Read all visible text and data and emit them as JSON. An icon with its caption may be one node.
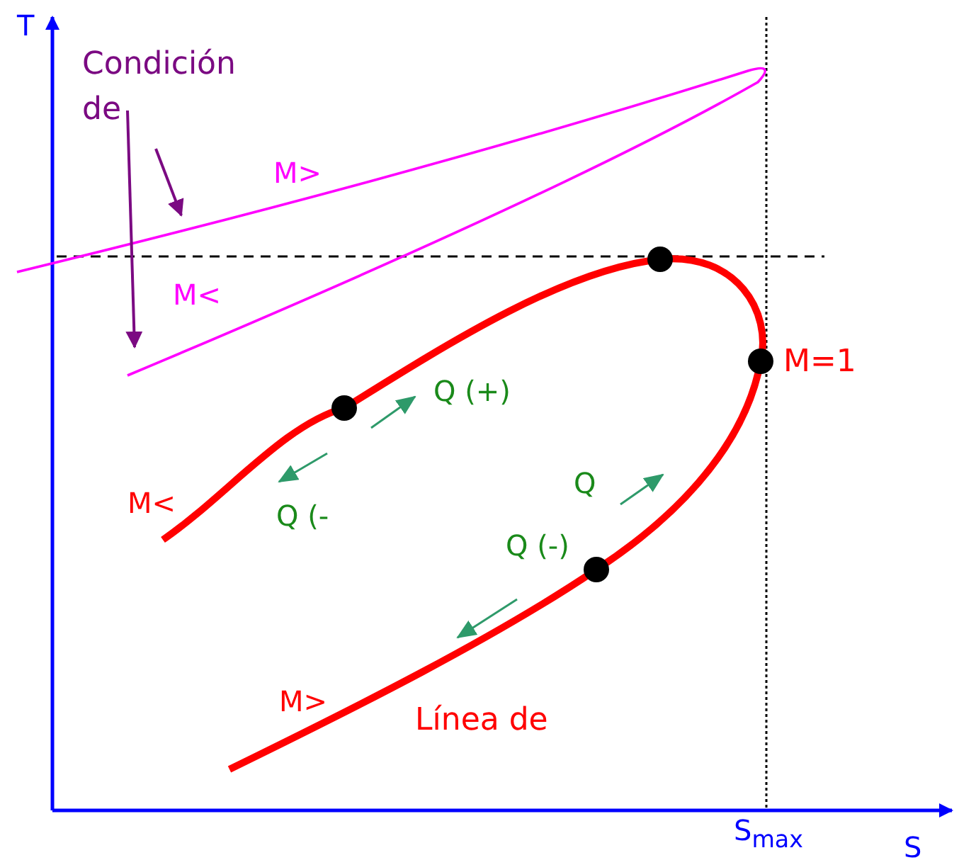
{
  "diagram": {
    "labels": [
      "T",
      "Condición de",
      "M>",
      "M<",
      "M=1",
      "Q (+)",
      "Q (-",
      "Q",
      "Q (-)",
      "M<",
      "M>",
      "Línea de",
      "S$_{max}$",
      "S"
    ]
  }
}
